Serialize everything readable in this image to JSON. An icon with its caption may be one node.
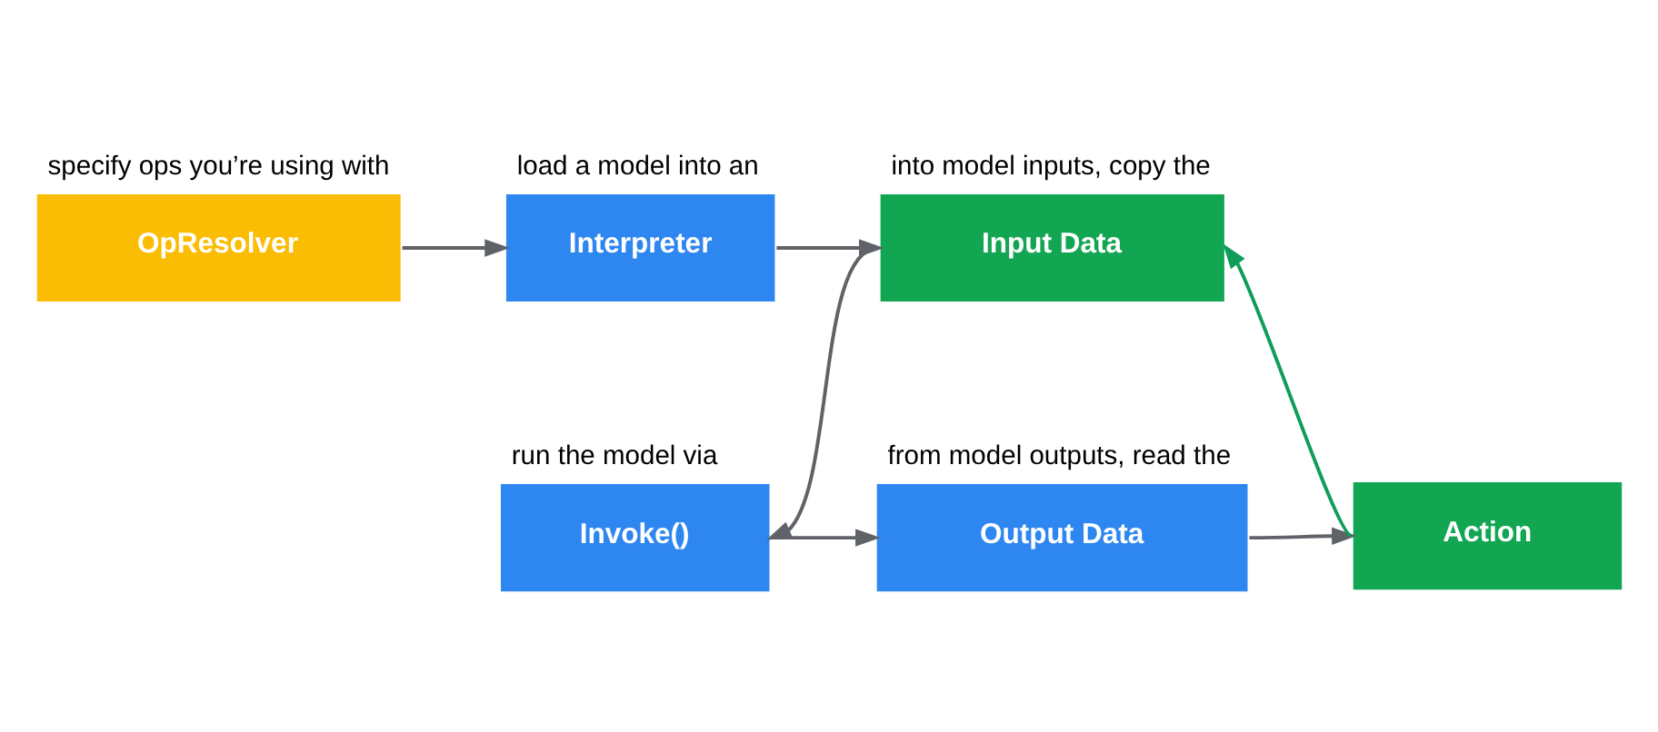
{
  "diagram": {
    "nodes": [
      {
        "text": [
          "specify ops you’re using with",
          "OpResolver"
        ]
      },
      {
        "text": [
          "load a model into an",
          "Interpreter"
        ]
      },
      {
        "text": [
          "into model inputs, copy the",
          "Input Data"
        ]
      },
      {
        "text": [
          "run the model via",
          "Invoke()"
        ]
      },
      {
        "text": [
          "from model outputs, read the",
          "Output Data"
        ]
      },
      {
        "text": [
          "Action"
        ]
      }
    ],
    "edges": [
      {
        "from": 0,
        "to": 1,
        "arrow": "to"
      },
      {
        "from": 1,
        "to": 2,
        "arrow": "to"
      },
      {
        "from": 2,
        "to": 3,
        "arrow": "to"
      },
      {
        "from": 3,
        "to": 4,
        "arrow": "to"
      },
      {
        "from": 4,
        "to": 5,
        "arrow": "to"
      },
      {
        "from": 5,
        "to": 2,
        "arrow": "to",
        "color": "#0f9d58"
      }
    ]
  }
}
